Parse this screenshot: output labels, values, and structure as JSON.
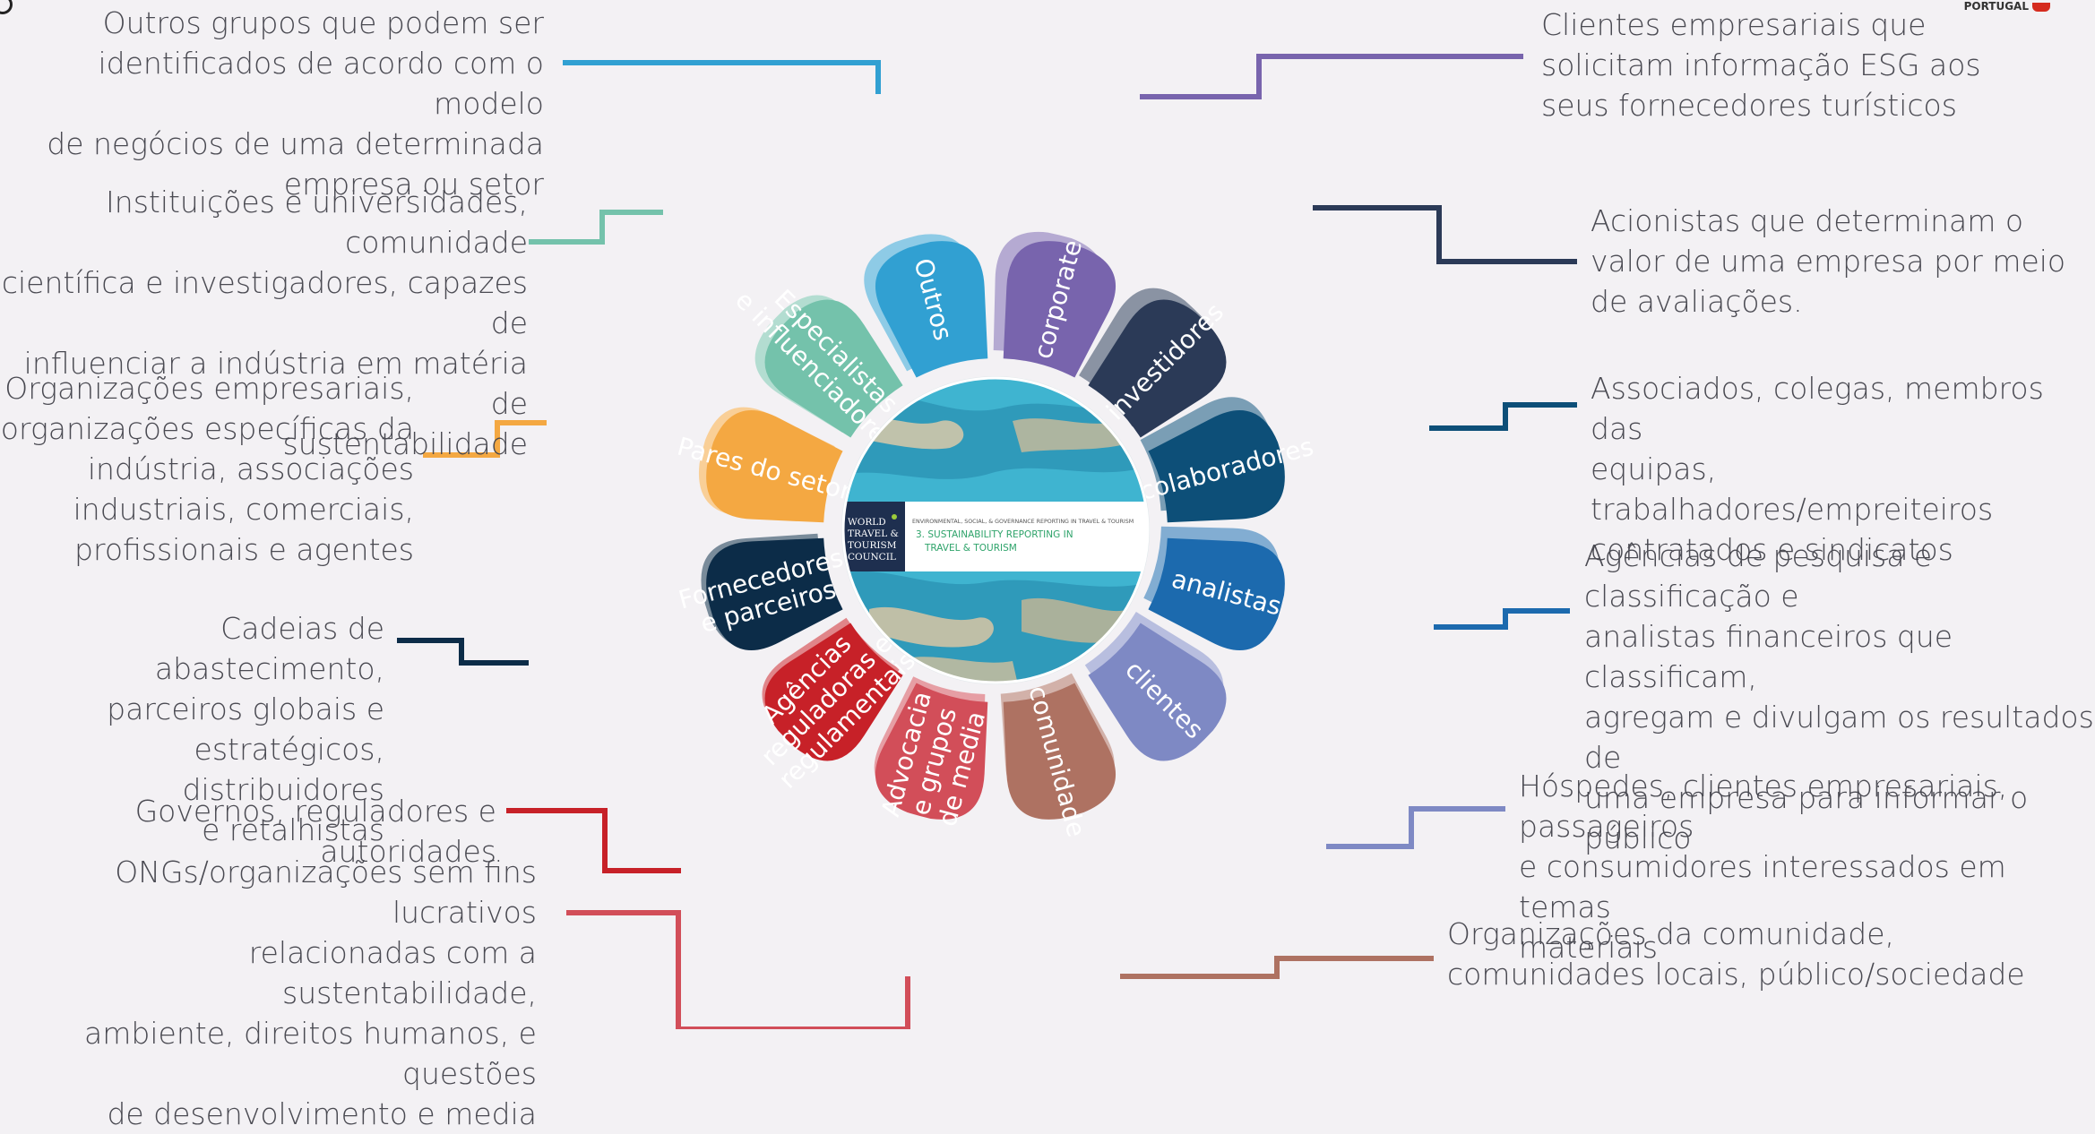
{
  "center": {
    "org_name_lines": [
      "WORLD",
      "TRAVEL &",
      "TOURISM",
      "COUNCIL"
    ],
    "report_header": "ENVIRONMENTAL, SOCIAL, & GOVERNANCE REPORTING IN TRAVEL & TOURISM",
    "report_title_line1": "3. SUSTAINABILITY REPORTING IN",
    "report_title_line2": "TRAVEL & TOURISM"
  },
  "logo": {
    "text": "PORTUGAL"
  },
  "segments": [
    {
      "key": "corporate",
      "label": "corporate",
      "color": "#7864ad",
      "description": "Clientes empresariais que\nsolicitam informação ESG aos\nseus fornecedores turísticos"
    },
    {
      "key": "investidores",
      "label": "investidores",
      "color": "#2b3a57",
      "description": "Acionistas que determinam o\nvalor de uma empresa por meio\nde avaliações."
    },
    {
      "key": "colaboradores",
      "label": "colaboradores",
      "color": "#0d4f78",
      "description": "Associados, colegas, membros das\nequipas, trabalhadores/empreiteiros\ncontratados e sindicatos"
    },
    {
      "key": "analistas",
      "label": "analistas",
      "color": "#1c6aae",
      "description": "Agências de pesquisa e classificação e\nanalistas financeiros que classificam,\nagregam e divulgam os resultados de\numa empresa para informar o público"
    },
    {
      "key": "clientes",
      "label": "clientes",
      "color": "#7e89c4",
      "description": "Hóspedes, clientes empresariais, passageiros\ne consumidores interessados em temas\nmateriais"
    },
    {
      "key": "comunidade",
      "label": "comunidade",
      "color": "#ae7262",
      "description": "Organizações da comunidade,\ncomunidades locais, público/sociedade"
    },
    {
      "key": "advocacia",
      "label": "Advocacia\ne grupos\nde media",
      "color": "#d24e59",
      "description": "ONGs/organizações sem fins lucrativos\nrelacionadas com a sustentabilidade,\nambiente, direitos humanos, e questões\nde desenvolvimento e media"
    },
    {
      "key": "agencias",
      "label": "Agências\nreguladoras e\nregulamentais",
      "color": "#c72128",
      "description": "Governos, reguladores e autoridades"
    },
    {
      "key": "fornecedores",
      "label": "Fornecedores\ne parceiros",
      "color": "#0c2c48",
      "description": "Cadeias de abastecimento,\nparceiros globais e\nestratégicos, distribuidores\ne retalhistas"
    },
    {
      "key": "pares",
      "label": "Pares do setor",
      "color": "#f4a842",
      "description": "Organizações empresariais,\norganizações específicas da\nindústria, associações\nindustriais, comerciais,\nprofissionais e agentes"
    },
    {
      "key": "especialistas",
      "label": "Especialistas\ne influenciadores",
      "color": "#74c2ab",
      "description": "Instituições e universidades, comunidade\ncientífica e investigadores, capazes de\ninfluenciar a indústria em matéria de\nsustentabilidade"
    },
    {
      "key": "outros",
      "label": "Outros",
      "color": "#31a0d2",
      "description": "Outros grupos que podem ser\nidentificados de acordo com o modelo\nde negócios de uma determinada\nempresa ou setor"
    }
  ]
}
